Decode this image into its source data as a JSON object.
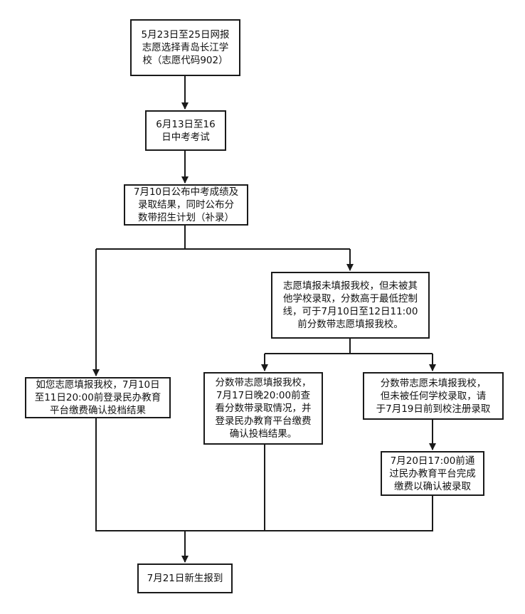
{
  "flowchart": {
    "nodes": [
      {
        "id": "apply",
        "text": "5月23日至25日网报\n志愿选择青岛长江学\n校（志愿代码902）"
      },
      {
        "id": "exam",
        "text": "6月13日至16\n日中考考试"
      },
      {
        "id": "results",
        "text": "7月10日公布中考成绩及\n录取结果，同时公布分\n数带招生计划（补录）"
      },
      {
        "id": "not-selected",
        "text": "志愿填报未填报我校，但未被其\n他学校录取，分数高于最低控制\n线，可于7月10日至12日11:00\n前分数带志愿填报我校。"
      },
      {
        "id": "selected",
        "text": "如您志愿填报我校，7月10日\n至11日20:00前登录民办教育\n平台缴费确认投档结果"
      },
      {
        "id": "band-filled",
        "text": "分数带志愿填报我校，\n7月17日晚20:00前查\n看分数带录取情况，并\n登录民办教育平台缴费\n确认投档结果。"
      },
      {
        "id": "band-not",
        "text": "分数带志愿未填报我校，\n但未被任何学校录取，请\n于7月19日前到校注册录取"
      },
      {
        "id": "pay",
        "text": "7月20日17:00前通\n过民办教育平台完成\n缴费以确认被录取"
      },
      {
        "id": "report",
        "text": "7月21日新生报到"
      }
    ]
  },
  "colors": {
    "line": "#1a1a1a",
    "box_border": "#1a1a1a",
    "background": "#ffffff"
  }
}
